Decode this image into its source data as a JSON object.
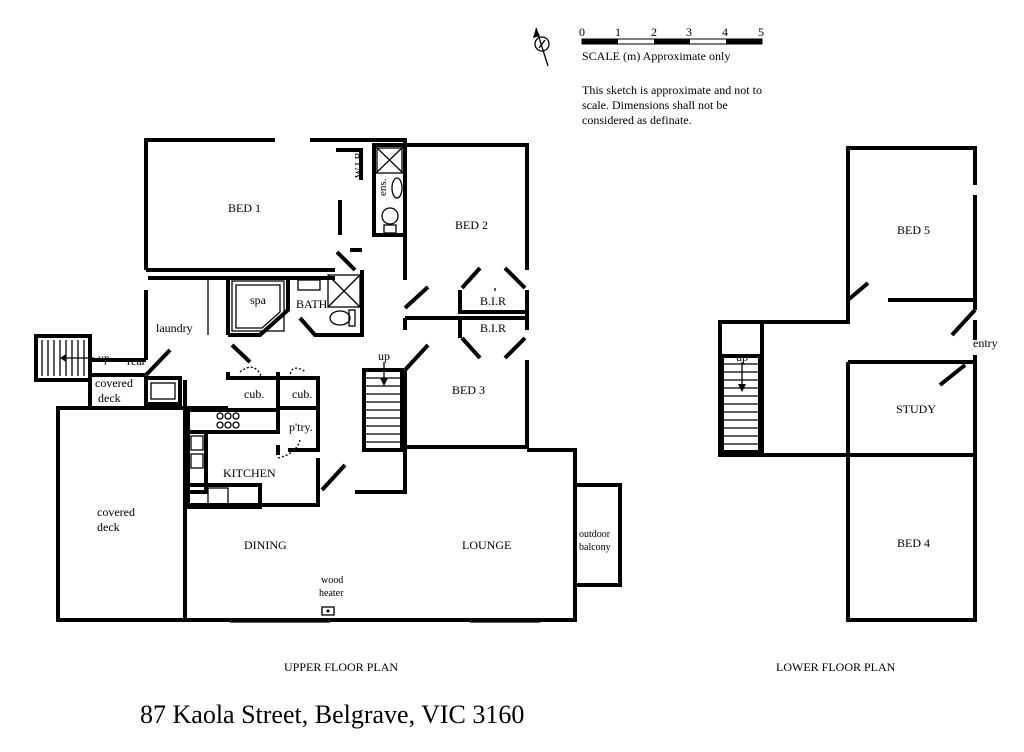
{
  "address": "87 Kaola Street, Belgrave, VIC 3160",
  "scale": {
    "ticks": [
      "0",
      "1",
      "2",
      "3",
      "4",
      "5"
    ],
    "caption": "SCALE (m) Approximate only"
  },
  "disclaimer": [
    "This sketch is approximate and not to",
    "scale. Dimensions shall not be",
    "considered as definate."
  ],
  "upper_floor": {
    "caption": "UPPER FLOOR PLAN",
    "rooms": {
      "bed1": "BED 1",
      "wir": "W.I.R",
      "ens": "ens.",
      "bed2": "BED 2",
      "spa": "spa",
      "bath": "BATH",
      "laundry": "laundry",
      "bir1": "B.I.R",
      "bir2": "B.I.R",
      "up_stairs": "up",
      "bed3": "BED 3",
      "up_rear": "up",
      "rear": "rear",
      "covered_deck_small_1": "covered",
      "covered_deck_small_2": "deck",
      "cub1": "cub.",
      "cub2": "cub.",
      "pantry": "p'try.",
      "kitchen": "KITCHEN",
      "covered_deck_1": "covered",
      "covered_deck_2": "deck",
      "dining": "DINING",
      "lounge": "LOUNGE",
      "balcony_1": "outdoor",
      "balcony_2": "balcony",
      "heater_1": "wood",
      "heater_2": "heater"
    }
  },
  "lower_floor": {
    "caption": "LOWER FLOOR PLAN",
    "rooms": {
      "bed5": "BED 5",
      "up": "up",
      "entry": "entry",
      "study": "STUDY",
      "bed4": "BED 4"
    }
  }
}
